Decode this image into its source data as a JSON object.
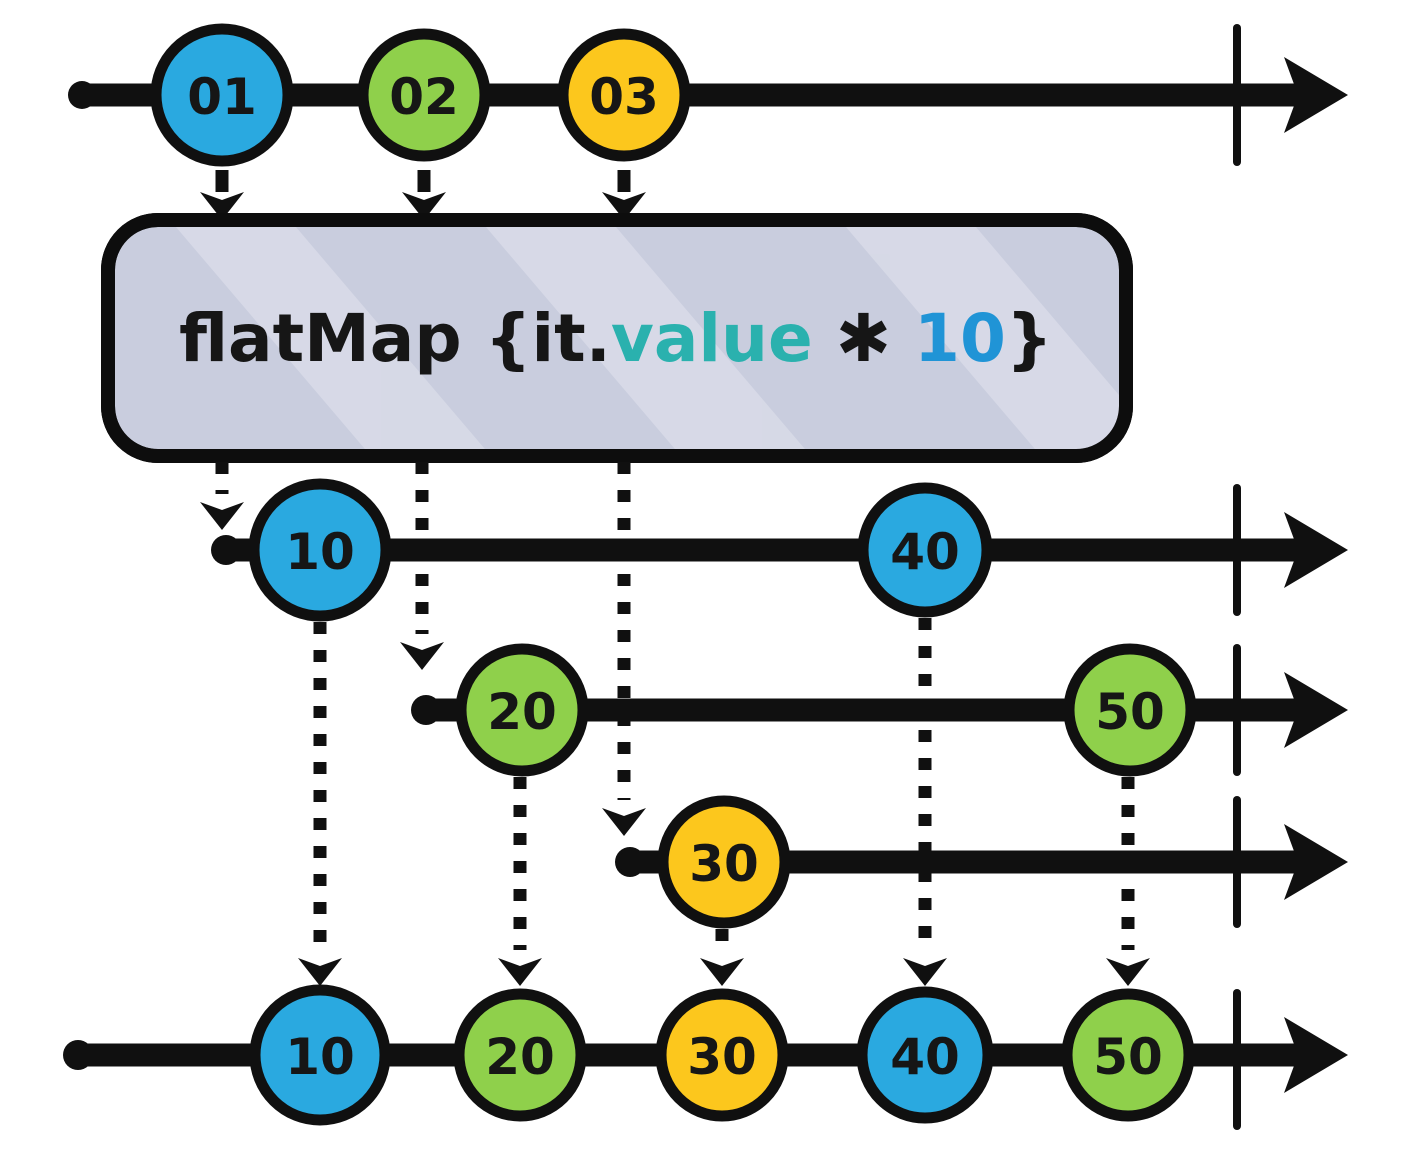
{
  "title": "flatMap marble diagram",
  "colors": {
    "blue": "#2aa9e0",
    "green": "#8fd04b",
    "yellow": "#fcc71d",
    "box_fill": "#c9cdde",
    "box_stripe": "#e2e4ee",
    "operator_dark": "#161616",
    "operator_teal": "#2ab1ae",
    "operator_blue": "#2094d6"
  },
  "operator_box": {
    "prefix": "flatMap {it.",
    "property": "value",
    "star": " ✱ ",
    "multiplier": "10",
    "suffix": "}"
  },
  "source_stream": {
    "marbles": [
      {
        "value": "01",
        "color": "blue"
      },
      {
        "value": "02",
        "color": "green"
      },
      {
        "value": "03",
        "color": "yellow"
      }
    ]
  },
  "inner_streams": [
    {
      "marbles": [
        {
          "value": "10",
          "color": "blue"
        },
        {
          "value": "40",
          "color": "blue"
        }
      ]
    },
    {
      "marbles": [
        {
          "value": "20",
          "color": "green"
        },
        {
          "value": "50",
          "color": "green"
        }
      ]
    },
    {
      "marbles": [
        {
          "value": "30",
          "color": "yellow"
        }
      ]
    }
  ],
  "output_stream": {
    "marbles": [
      {
        "value": "10",
        "color": "blue"
      },
      {
        "value": "20",
        "color": "green"
      },
      {
        "value": "30",
        "color": "yellow"
      },
      {
        "value": "40",
        "color": "blue"
      },
      {
        "value": "50",
        "color": "green"
      }
    ]
  }
}
